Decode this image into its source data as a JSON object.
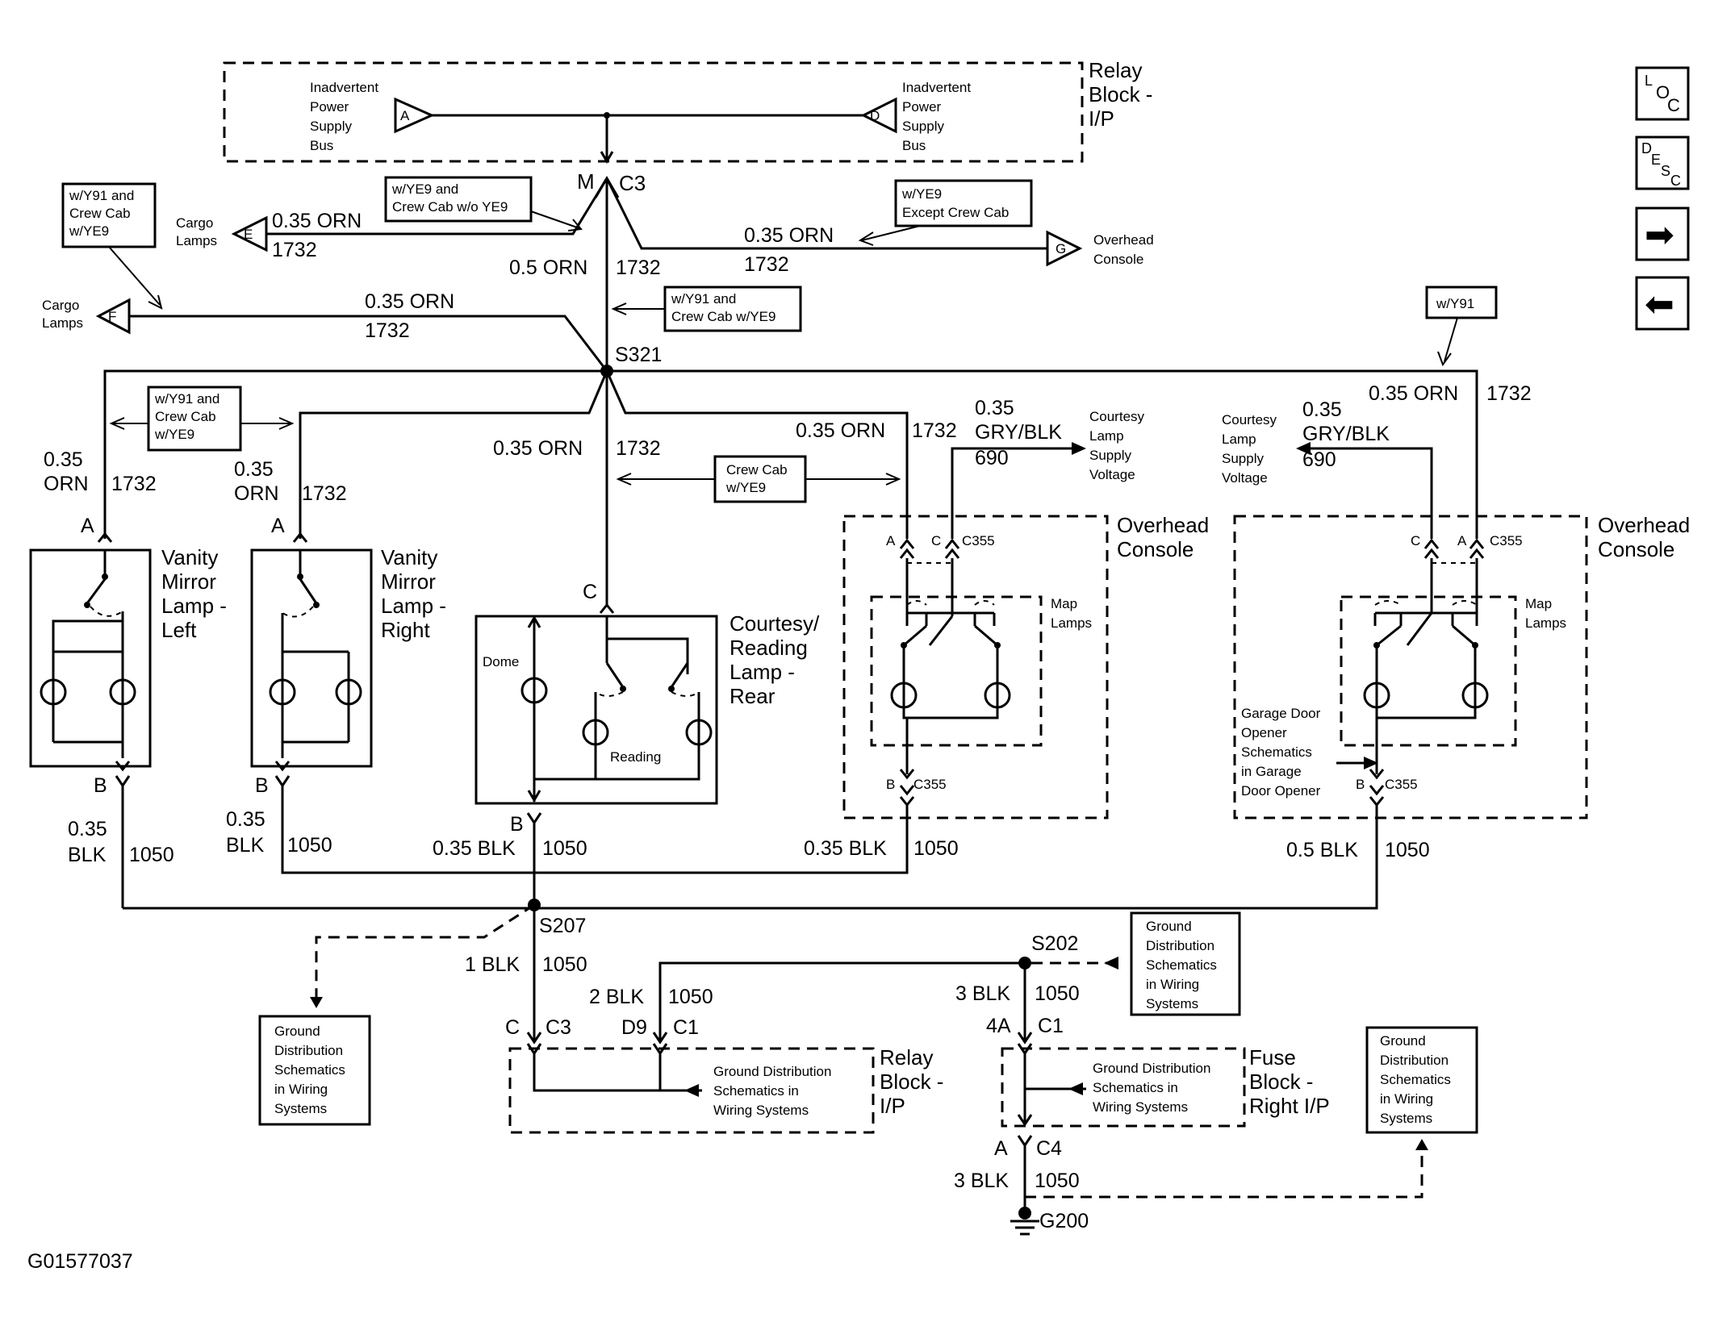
{
  "labels": {
    "relay_block_ip_top": [
      "Relay",
      "Block -",
      "I/P"
    ],
    "inadvertent_left": [
      "Inadvertent",
      "Power",
      "Supply",
      "Bus"
    ],
    "inadvertent_right": [
      "Inadvertent",
      "Power",
      "Supply",
      "Bus"
    ],
    "conn_a": "A",
    "conn_d": "D",
    "conn_e": "E",
    "conn_f": "F",
    "conn_g": "G",
    "m_c3": "M",
    "c3": "C3",
    "cargo_lamps_e": [
      "Cargo",
      "Lamps"
    ],
    "cargo_lamps_f": [
      "Cargo",
      "Lamps"
    ],
    "overhead_console_g": [
      "Overhead",
      "Console"
    ],
    "wire_035_orn": "0.35 ORN",
    "wire_05_orn": "0.5 ORN",
    "circuit_1732": "1732",
    "s321": "S321",
    "s207": "S207",
    "s202": "S202",
    "g200": "G200",
    "vanity_left": [
      "Vanity",
      "Mirror",
      "Lamp -",
      "Left"
    ],
    "vanity_right": [
      "Vanity",
      "Mirror",
      "Lamp -",
      "Right"
    ],
    "courtesy_reading_rear": [
      "Courtesy/",
      "Reading",
      "Lamp -",
      "Rear"
    ],
    "dome": "Dome",
    "reading": "Reading",
    "pin_a": "A",
    "pin_b": "B",
    "pin_c": "C",
    "c355": "C355",
    "overhead_console": [
      "Overhead",
      "Console"
    ],
    "map_lamps": [
      "Map",
      "Lamps"
    ],
    "courtesy_supply_voltage": [
      "Courtesy",
      "Lamp",
      "Supply",
      "Voltage"
    ],
    "wire_035": "0.35",
    "gry_blk": "GRY/BLK",
    "circuit_690": "690",
    "garage_door": [
      "Garage Door",
      "Opener",
      "Schematics",
      "in Garage",
      "Door Opener"
    ],
    "wire_035_blk": "0.35 BLK",
    "blk": "BLK",
    "orn": "ORN",
    "circuit_1050": "1050",
    "wire_05_blk": "0.5 BLK",
    "wire_1_blk": "1 BLK",
    "wire_2_blk": "2 BLK",
    "wire_3_blk": "3 BLK",
    "d9": "D9",
    "c1": "C1",
    "pin_4a": "4A",
    "c4": "C4",
    "relay_block_ip_bottom": [
      "Relay",
      "Block -",
      "I/P"
    ],
    "fuse_block": [
      "Fuse",
      "Block -",
      "Right I/P"
    ],
    "ground_dist_inline": [
      "Ground Distribution",
      "Schematics in",
      "Wiring Systems"
    ],
    "ground_dist_box": [
      "Ground",
      "Distribution",
      "Schematics",
      "in Wiring",
      "Systems"
    ],
    "option_y91_crew_ye9": [
      "w/Y91 and",
      "Crew Cab",
      "w/YE9"
    ],
    "option_ye9_crew_wo": [
      "w/YE9 and",
      "Crew Cab w/o YE9"
    ],
    "option_ye9_except": [
      "w/YE9",
      "Except Crew Cab"
    ],
    "option_y91_crew_ye9_inline": [
      "w/Y91 and",
      "Crew Cab w/YE9"
    ],
    "option_y91": "w/Y91",
    "option_crew_ye9": [
      "Crew Cab",
      "w/YE9"
    ],
    "figure_id": "G01577037"
  },
  "nav": {
    "loc": [
      "L",
      "O",
      "C"
    ],
    "desc": [
      "D",
      "E",
      "S",
      "C"
    ],
    "next_glyph": "➡",
    "prev_glyph": "⬅"
  }
}
